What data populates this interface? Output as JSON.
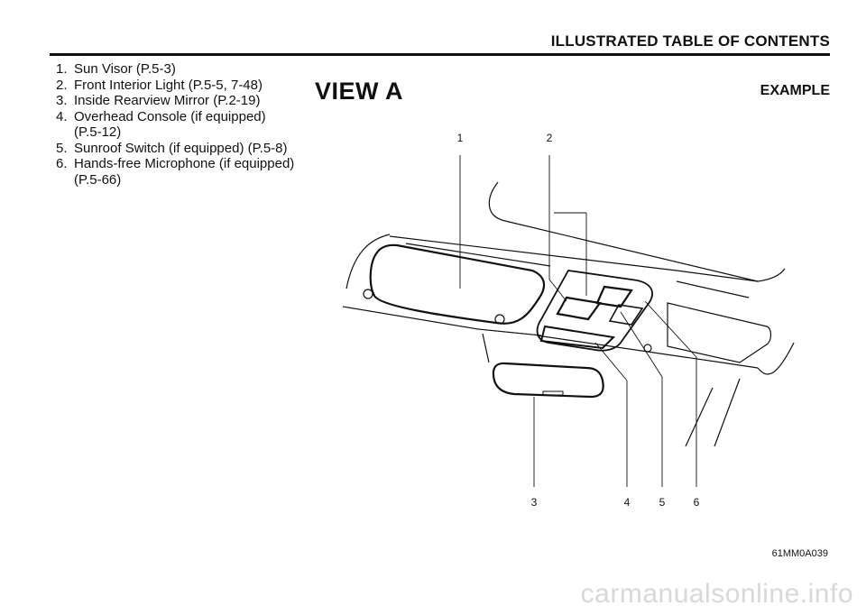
{
  "header": {
    "title": "ILLUSTRATED TABLE OF CONTENTS"
  },
  "legend": [
    {
      "num": "1.",
      "text": "Sun Visor (P.5-3)"
    },
    {
      "num": "2.",
      "text": "Front Interior Light (P.5-5, 7-48)"
    },
    {
      "num": "3.",
      "text": "Inside Rearview Mirror (P.2-19)"
    },
    {
      "num": "4.",
      "text": "Overhead Console (if equipped)\n(P.5-12)"
    },
    {
      "num": "5.",
      "text": "Sunroof Switch (if equipped) (P.5-8)"
    },
    {
      "num": "6.",
      "text": "Hands-free Microphone (if equipped)\n(P.5-66)"
    }
  ],
  "view_title": "VIEW A",
  "example_label": "EXAMPLE",
  "callouts": [
    "1",
    "2",
    "3",
    "4",
    "5",
    "6"
  ],
  "figure_code": "61MM0A039",
  "watermark": "carmanualsonline.info"
}
